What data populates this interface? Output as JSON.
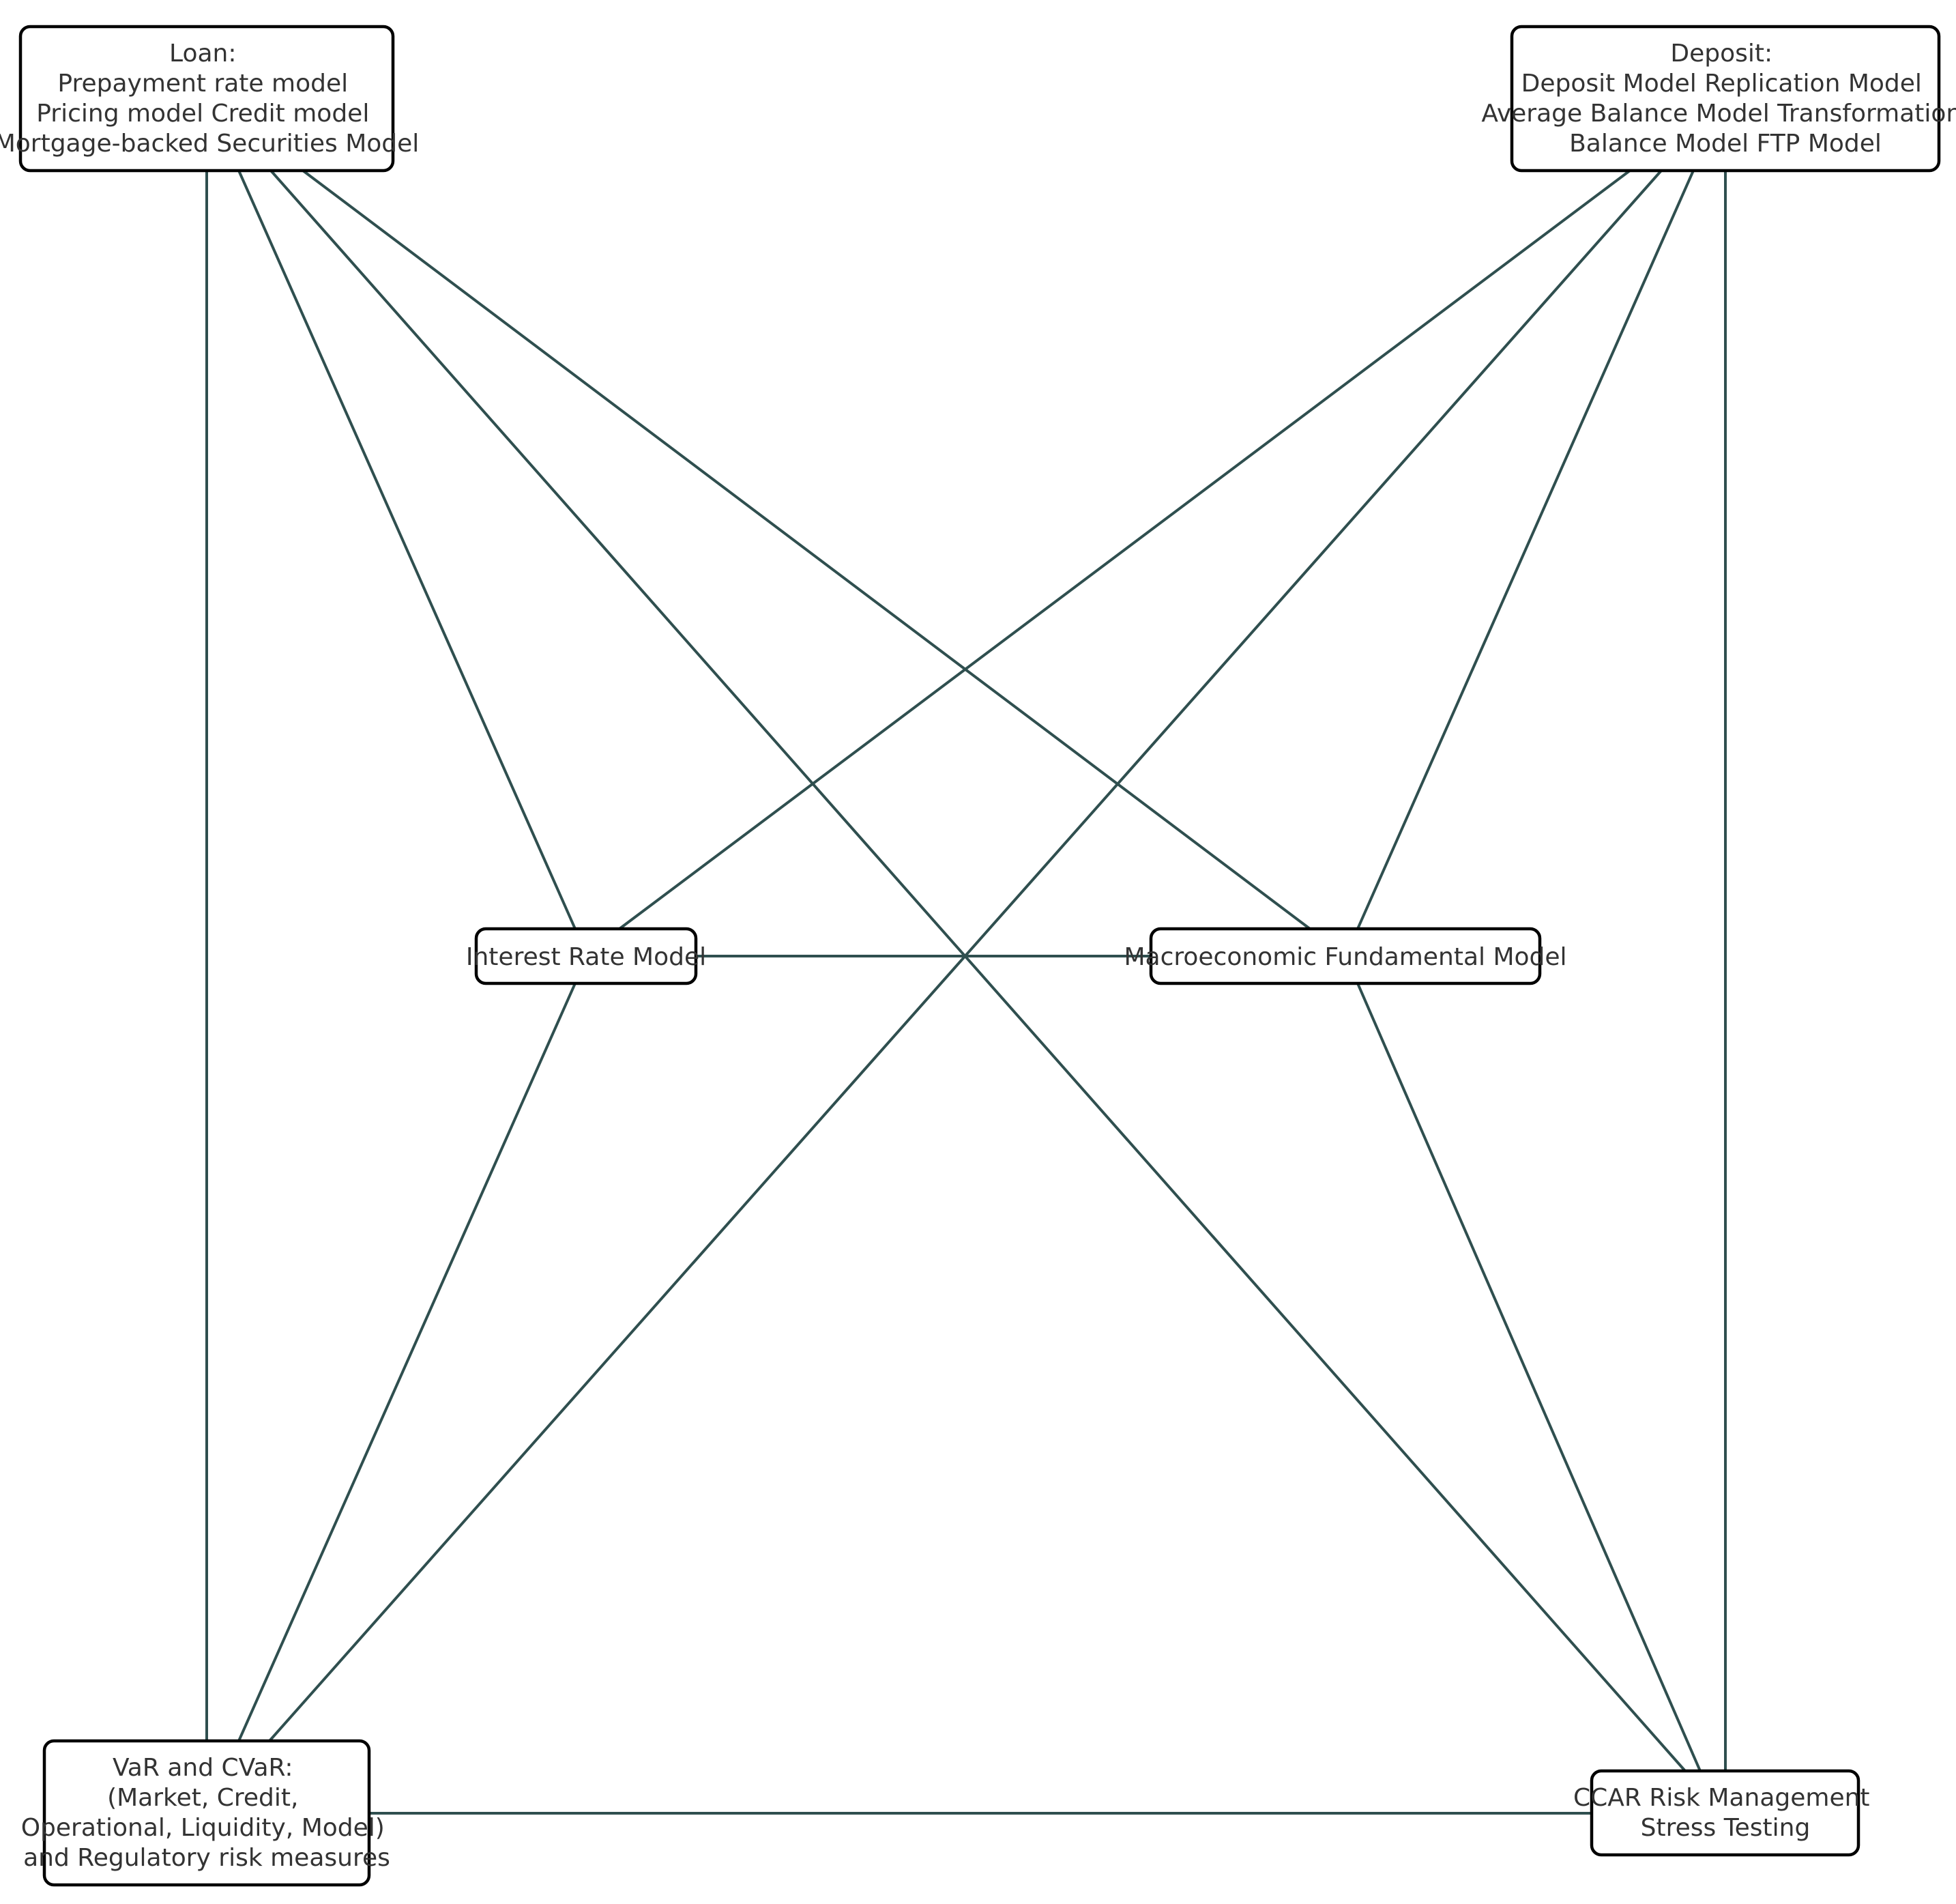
{
  "diagram": {
    "nodes": [
      {
        "id": "loan",
        "lines": [
          "Loan:",
          "Prepayment rate model",
          "Pricing model  Credit model",
          "Mortgage-backed Securities Model"
        ]
      },
      {
        "id": "deposit",
        "lines": [
          "Deposit:",
          "Deposit Model  Replication Model",
          "Average Balance Model  Transformation",
          "Balance Model  FTP Model"
        ]
      },
      {
        "id": "interest",
        "lines": [
          "Interest Rate Model"
        ]
      },
      {
        "id": "macro",
        "lines": [
          "Macroeconomic Fundamental Model"
        ]
      },
      {
        "id": "var",
        "lines": [
          "VaR and CVaR:",
          "(Market, Credit,",
          "Operational, Liquidity, Model)",
          "and Regulatory risk measures"
        ]
      },
      {
        "id": "ccar",
        "lines": [
          "CCAR Risk Management",
          "Stress Testing"
        ]
      }
    ],
    "edges": [
      [
        "loan",
        "var"
      ],
      [
        "loan",
        "interest"
      ],
      [
        "loan",
        "ccar"
      ],
      [
        "loan",
        "macro"
      ],
      [
        "deposit",
        "interest"
      ],
      [
        "deposit",
        "var"
      ],
      [
        "deposit",
        "macro"
      ],
      [
        "deposit",
        "ccar"
      ],
      [
        "interest",
        "macro"
      ],
      [
        "interest",
        "var"
      ],
      [
        "macro",
        "ccar"
      ],
      [
        "var",
        "ccar"
      ]
    ],
    "colors": {
      "edge": "#2f4f4f",
      "border": "#000000",
      "text": "#333333"
    }
  }
}
